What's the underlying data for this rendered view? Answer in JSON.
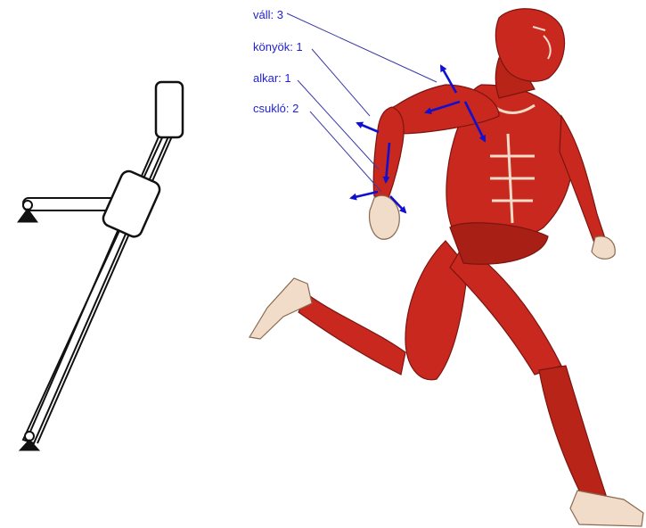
{
  "labels": [
    {
      "id": "shoulder",
      "text": "váll: 3"
    },
    {
      "id": "elbow",
      "text": "könyök: 1"
    },
    {
      "id": "forearm",
      "text": "alkar: 1"
    },
    {
      "id": "wrist",
      "text": "csukló: 2"
    }
  ],
  "colors": {
    "label_text": "#1f1fd6",
    "arrow": "#1010d0",
    "leader_line": "#3a3aa8",
    "muscle": "#c8281e",
    "muscle_dark": "#8e1810",
    "tendon": "#f0dcc8",
    "mechanism_stroke": "#111111"
  },
  "icons": [
    "fixed-pivot-icon",
    "slider-sleeve-icon",
    "runner-anatomy-figure"
  ]
}
